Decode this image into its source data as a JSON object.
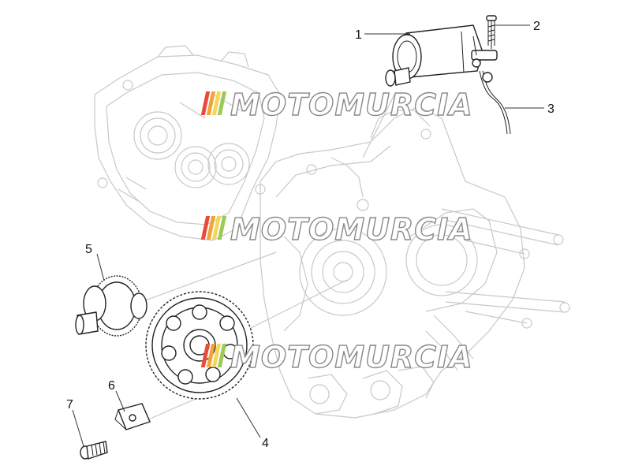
{
  "callouts": [
    "1",
    "2",
    "3",
    "4",
    "5",
    "6",
    "7"
  ],
  "watermark": {
    "text": "MOTOMURCIA",
    "colors": [
      "#e84b3a",
      "#f2a43a",
      "#f5d65a",
      "#9bc95b"
    ]
  },
  "colors": {
    "line": "#222222",
    "faint_line": "#c8c8c8",
    "background": "#ffffff"
  }
}
